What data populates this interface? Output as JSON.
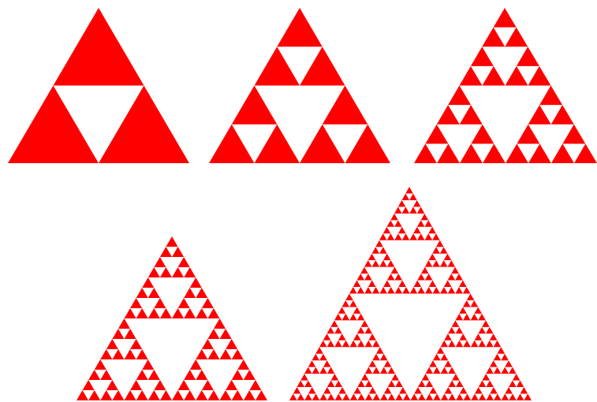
{
  "figure": {
    "subject": "sierpinski-triangle-iterations",
    "fill_color": "#ff0000",
    "background_color": "#ffffff",
    "iterations": [
      {
        "id": "iteration-1",
        "depth": 1
      },
      {
        "id": "iteration-2",
        "depth": 2
      },
      {
        "id": "iteration-3",
        "depth": 3
      },
      {
        "id": "iteration-4",
        "depth": 4
      },
      {
        "id": "iteration-5",
        "depth": 5
      }
    ]
  }
}
